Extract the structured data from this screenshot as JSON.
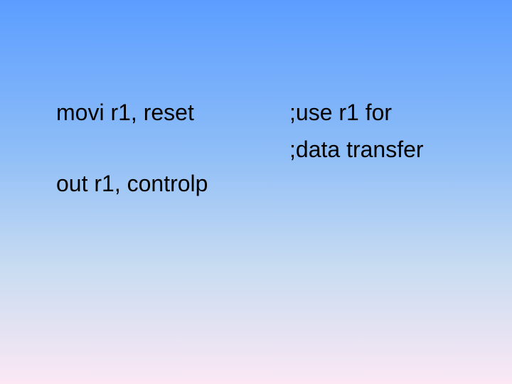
{
  "slide": {
    "code_lines": [
      "movi r1, reset",
      "out r1, controlp"
    ],
    "comment_lines": [
      ";use r1 for",
      ";data transfer"
    ]
  },
  "colors": {
    "background_top": "#5b9dff",
    "background_bottom": "#fbe8f4",
    "text": "#000000"
  }
}
